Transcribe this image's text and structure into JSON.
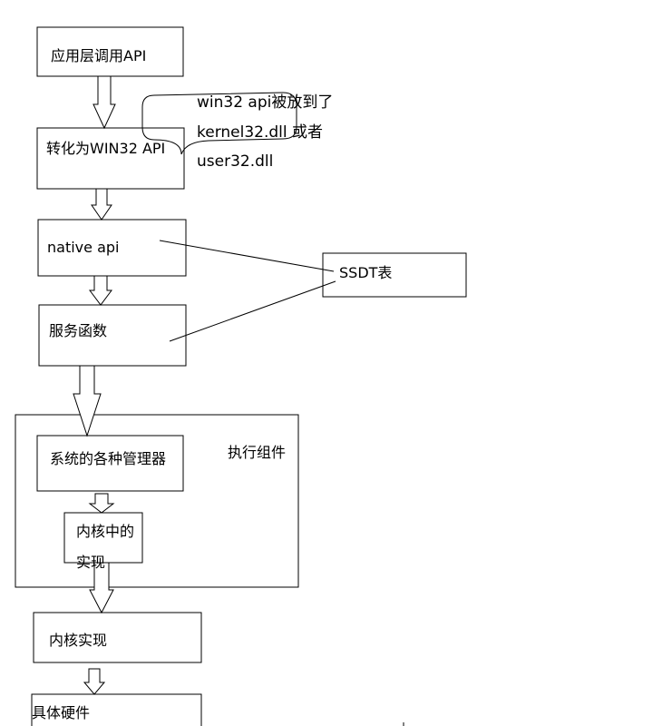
{
  "diagram": {
    "app_layer": "应用层调用API",
    "to_win32": "转化为WIN32 API",
    "note_line1": "win32 api被放到了",
    "note_line2": "kernel32.dll 或者",
    "note_line3": "user32.dll",
    "native_api": "native api",
    "ssdt": "SSDT表",
    "service_funcs": "服务函数",
    "executive": "执行组件",
    "managers": "系统的各种管理器",
    "kernel_impl_line1": "内核中的",
    "kernel_impl_line2": "实现",
    "kernel_real": "内核实现",
    "hardware": "具体硬件"
  },
  "colors": {
    "stroke": "#000000",
    "background": "#ffffff"
  }
}
